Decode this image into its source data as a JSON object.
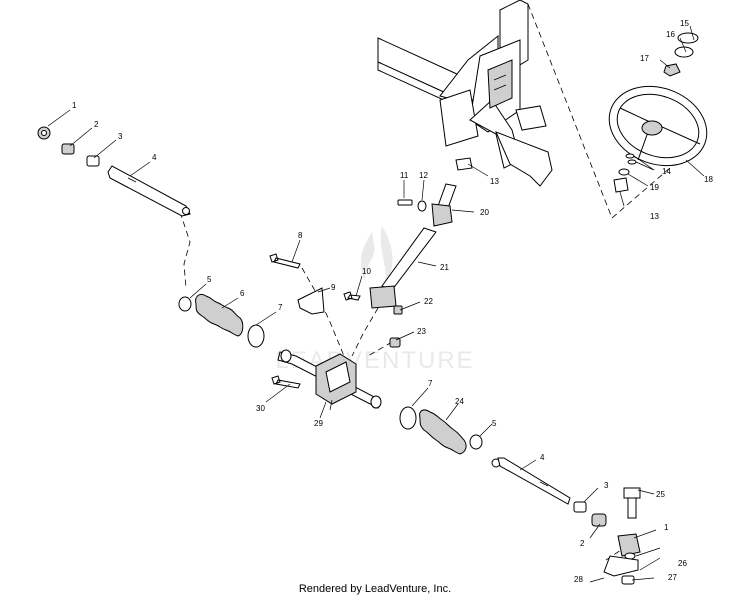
{
  "watermark": "LEADVENTURE",
  "footer": "Rendered by LeadVenture, Inc.",
  "callouts": {
    "c1a": "1",
    "c1b": "1",
    "c2a": "2",
    "c2b": "2",
    "c3a": "3",
    "c3b": "3",
    "c4a": "4",
    "c4b": "4",
    "c5a": "5",
    "c5b": "5",
    "c6": "6",
    "c7a": "7",
    "c7b": "7",
    "c8": "8",
    "c9": "9",
    "c10": "10",
    "c11": "11",
    "c12": "12",
    "c13a": "13",
    "c13b": "13",
    "c14": "14",
    "c15": "15",
    "c16": "16",
    "c17": "17",
    "c18": "18",
    "c19": "19",
    "c20": "20",
    "c21": "21",
    "c22": "22",
    "c23": "23",
    "c24": "24",
    "c25": "25",
    "c26": "26",
    "c27": "27",
    "c28": "28",
    "c29": "29",
    "c30": "30"
  }
}
